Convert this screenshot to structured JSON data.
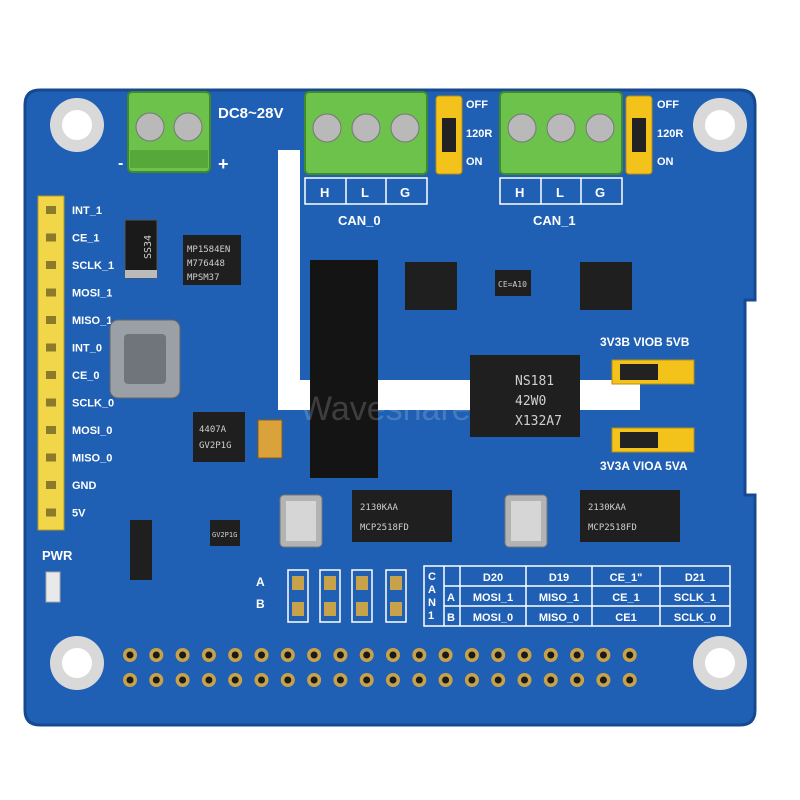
{
  "colors": {
    "pcb": "#1f5fb4",
    "pcb_dark": "#16498f",
    "terminal": "#6cc24a",
    "header_pin": "#f1d64a",
    "jumper": "#f3c21b",
    "chip": "#222222",
    "gold": "#c8a24a"
  },
  "power": {
    "label": "DC8~28V",
    "minus": "-",
    "plus": "+",
    "led_label": "PWR"
  },
  "can": {
    "ports": [
      {
        "name": "CAN_0",
        "pins": [
          "H",
          "L",
          "G"
        ]
      },
      {
        "name": "CAN_1",
        "pins": [
          "H",
          "L",
          "G"
        ]
      }
    ],
    "term_labels": [
      "OFF",
      "120R",
      "ON"
    ]
  },
  "side_header_labels": [
    "INT_1",
    "CE_1",
    "SCLK_1",
    "MOSI_1",
    "MISO_1",
    "INT_0",
    "CE_0",
    "SCLK_0",
    "MOSI_0",
    "MISO_0",
    "GND",
    "5V"
  ],
  "jumpers": {
    "b_label": "3V3B VIOB 5VB",
    "a_label": "3V3A VIOA 5VA"
  },
  "chips": {
    "isolator": [
      "NS181",
      "42W0",
      "X132A7"
    ],
    "regulator": [
      "MP1584EN",
      "M776448",
      "MPSM37"
    ],
    "diode": "SS34",
    "mosfet": [
      "4407A",
      "GV2P1G"
    ],
    "controller_text": "MCP2518FD",
    "transceiver_text": "2130KAA",
    "small_text": "CE=A10",
    "sot_text": "GV2P1G"
  },
  "selector": {
    "ac_label": "A",
    "bc_label": "B",
    "side_letters": [
      "C",
      "A",
      "N",
      "1"
    ],
    "row_letters": [
      "A",
      "B"
    ],
    "header": [
      "D20",
      "D19",
      "CE_1\"",
      "D21"
    ],
    "row_a": [
      "MOSI_1",
      "MISO_1",
      "CE_1",
      "SCLK_1"
    ],
    "row_b": [
      "MOSI_0",
      "MISO_0",
      "CE1",
      "SCLK_0"
    ]
  },
  "watermark": "Waveshare"
}
